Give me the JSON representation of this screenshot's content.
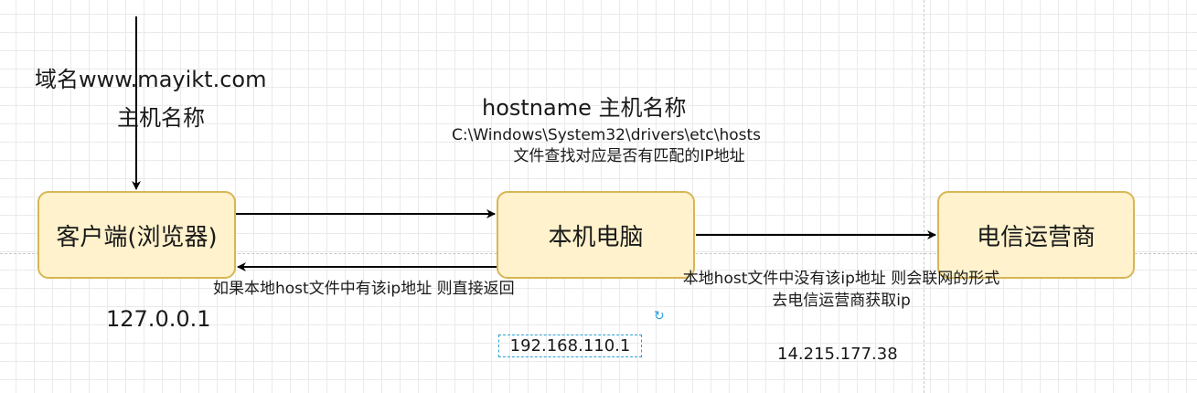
{
  "nodes": {
    "client": "客户端(浏览器)",
    "local_pc": "本机电脑",
    "isp": "电信运营商"
  },
  "labels": {
    "domain_line1": "域名www.mayikt.com",
    "domain_line2": "主机名称",
    "hostname_title": "hostname 主机名称",
    "hosts_path": "C:\\Windows\\System32\\drivers\\etc\\hosts",
    "hosts_lookup": "文件查找对应是否有匹配的IP地址",
    "return_note": "如果本地host文件中有该ip地址 则直接返回",
    "isp_note_line1": "本地host文件中没有该ip地址 则会联网的形式",
    "isp_note_line2": "去电信运营商获取ip",
    "ip_loopback": "127.0.0.1",
    "ip_lan": "192.168.110.1",
    "ip_public": "14.215.177.38"
  },
  "icons": {
    "rotate": "rotate-handle-icon"
  },
  "colors": {
    "node_fill": "#fff2cc",
    "node_stroke": "#d6b656",
    "selection": "#29a0d8"
  }
}
